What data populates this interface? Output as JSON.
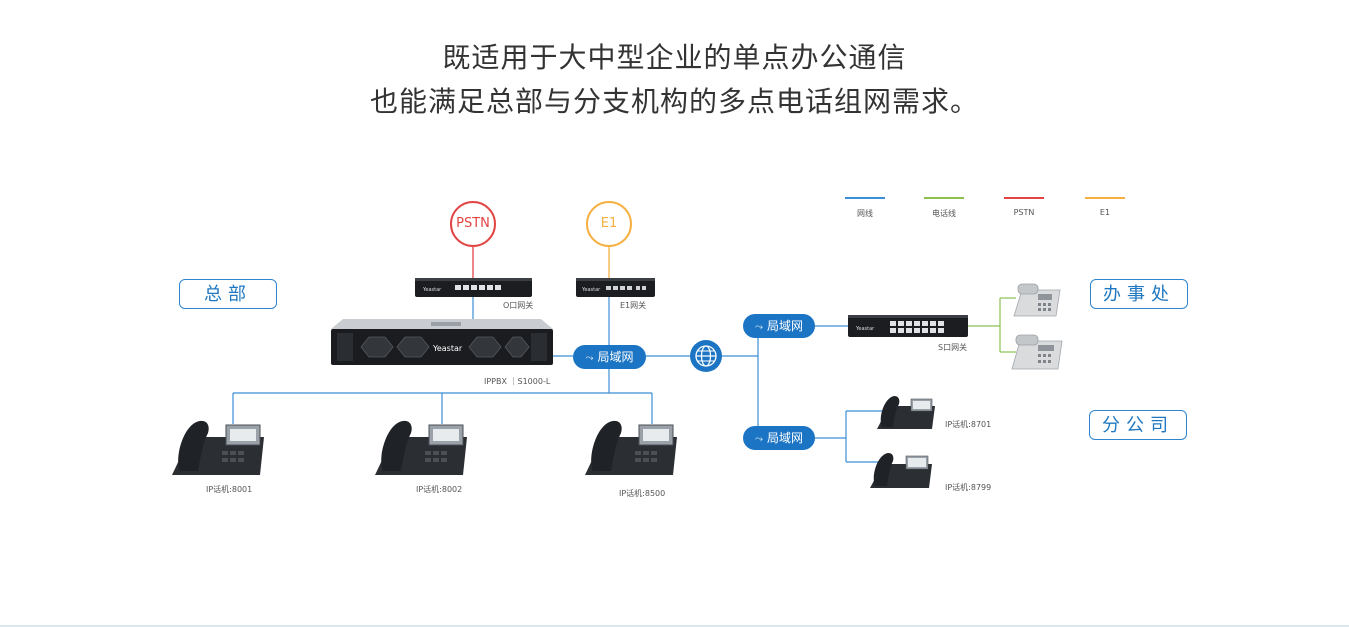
{
  "header": {
    "line1": "既适用于大中型企业的单点办公通信",
    "line2": "也能满足总部与分支机构的多点电话组网需求。"
  },
  "legend": [
    {
      "label": "网线",
      "color": "#3a8fd6"
    },
    {
      "label": "电话线",
      "color": "#8cc152"
    },
    {
      "label": "PSTN",
      "color": "#e34444"
    },
    {
      "label": "E1",
      "color": "#f5b041"
    }
  ],
  "circles": {
    "pstn": {
      "label": "PSTN",
      "color": "#e34444"
    },
    "e1": {
      "label": "E1",
      "color": "#f5b041"
    }
  },
  "locations": {
    "hq": "总部",
    "office": "办事处",
    "branch": "分公司"
  },
  "devices": {
    "o_gateway": "O口网关",
    "e1_gateway": "E1网关",
    "s_gateway": "S口网关",
    "ippbx": "IPPBX ｜S1000-L",
    "brand": "Yeastar"
  },
  "lan_label": "局域网",
  "phones": {
    "p8001": "IP话机:8001",
    "p8002": "IP话机:8002",
    "p8500": "IP话机:8500",
    "p8701": "IP话机:8701",
    "p8799": "IP话机:8799"
  }
}
